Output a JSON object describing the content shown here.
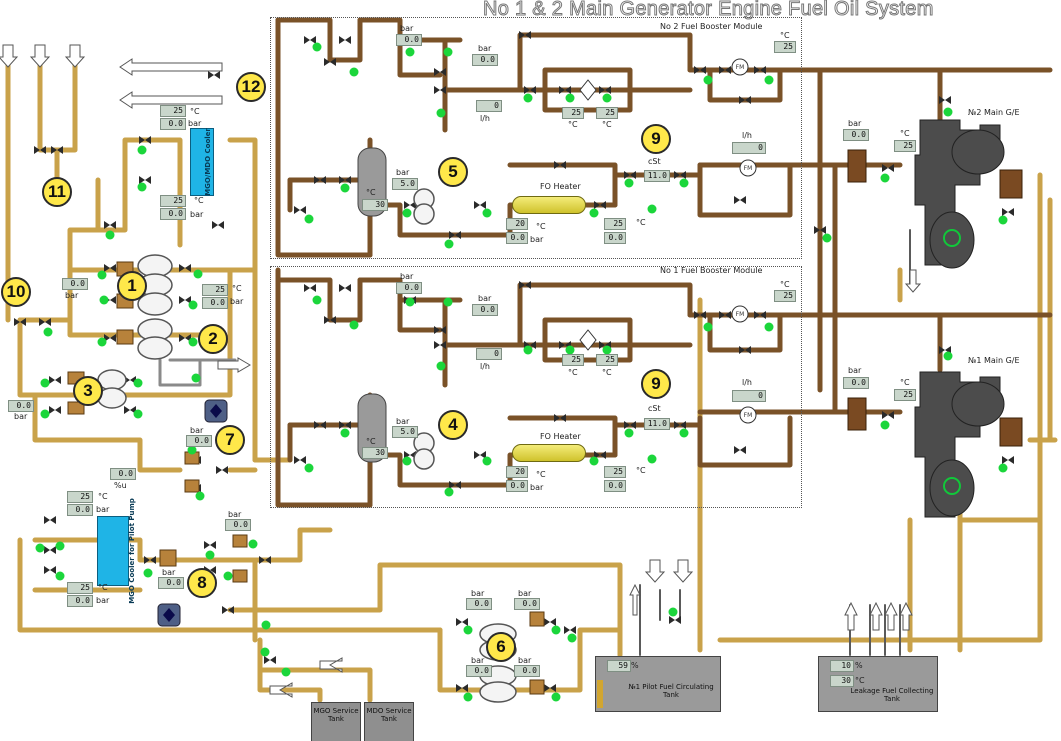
{
  "title": "No 1 & 2 Main Generator Engine Fuel Oil System",
  "modules": {
    "no2": "No 2 Fuel Booster Module",
    "no1": "No 1 Fuel Booster Module"
  },
  "engines": {
    "no2": "№2 Main G/E",
    "no1": "№1 Main G/E"
  },
  "heater_label": "FO Heater",
  "coolers": {
    "mgo_mdo": "MGO/MDO Cooler",
    "pilot": "MGO Cooler for Pilot Pump"
  },
  "tanks": {
    "pilot": "№1 Pilot Fuel Circulating Tank",
    "leakage": "Leakage Fuel Collecting Tank",
    "mgo": "MGO Service Tank",
    "mdo": "MDO Service Tank"
  },
  "units": {
    "bar": "bar",
    "degc": "°C",
    "lh": "l/h",
    "cst": "cSt",
    "pct": "%",
    "pctu": "%u",
    "fm": "FM"
  },
  "readings": {
    "r_25_a": "25",
    "r_00_a": "0.0",
    "r_25_b": "25",
    "r_00_b": "0.0",
    "r_00_c": "0.0",
    "r_25_c": "25",
    "r_00_d": "0.0",
    "r_00_e": "0.0",
    "r_00_f": "0.0",
    "r_00_g": "0.0",
    "r_25_h": "25",
    "r_00_h": "0.0",
    "r_25_i": "25",
    "r_00_i": "0.0",
    "r_00_j": "0.0",
    "r_00_k": "0.0",
    "r_00_l": "0.0",
    "r_00_m": "0.0",
    "r_00_n": "0.0",
    "r_00_o": "0.0",
    "r_00_p": "0.0",
    "m2_00_a": "0.0",
    "m2_00_b": "0.0",
    "m2_0": "0",
    "m2_25_a": "25",
    "m2_25_b": "25",
    "m2_25_c": "25",
    "m2_50": "5.0",
    "m2_30": "30",
    "m2_20": "20",
    "m2_00_c": "0.0",
    "m2_25_d": "25",
    "m2_00_d": "0.0",
    "m2_110": "11.0",
    "m2_0b": "0",
    "m1_00_a": "0.0",
    "m1_00_b": "0.0",
    "m1_0": "0",
    "m1_25_a": "25",
    "m1_25_b": "25",
    "m1_25_c": "25",
    "m1_50": "5.0",
    "m1_30": "30",
    "m1_20": "20",
    "m1_00_c": "0.0",
    "m1_25_d": "25",
    "m1_00_d": "0.0",
    "m1_110": "11.0",
    "m1_0b": "0",
    "e2_00": "0.0",
    "e2_25": "25",
    "e1_00": "0.0",
    "e1_25": "25",
    "tank_pilot": "59",
    "tank_leak_pct": "10",
    "tank_leak_temp": "30"
  },
  "callouts": [
    "1",
    "2",
    "3",
    "4",
    "5",
    "6",
    "7",
    "8",
    "9",
    "9",
    "10",
    "11",
    "12"
  ]
}
